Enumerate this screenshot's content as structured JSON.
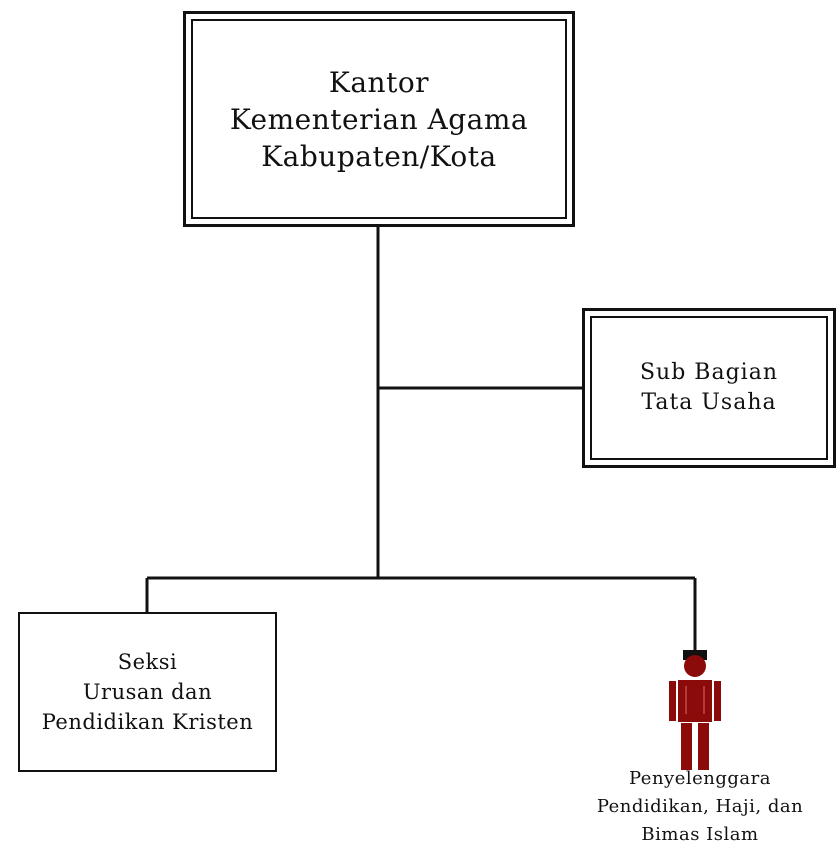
{
  "head_office": {
    "lines": [
      "Kantor",
      "Kementerian Agama",
      "Kabupaten/Kota"
    ]
  },
  "sub_division": {
    "lines": [
      "Sub Bagian",
      "Tata Usaha"
    ]
  },
  "section": {
    "lines": [
      "Seksi",
      "Urusan dan",
      "Pendidikan Kristen"
    ]
  },
  "staff": {
    "icon": "person-icon",
    "color": "#8b0a0a",
    "lines": [
      "Penyelenggara",
      "Pendidikan, Haji, dan",
      "Bimas Islam"
    ]
  }
}
